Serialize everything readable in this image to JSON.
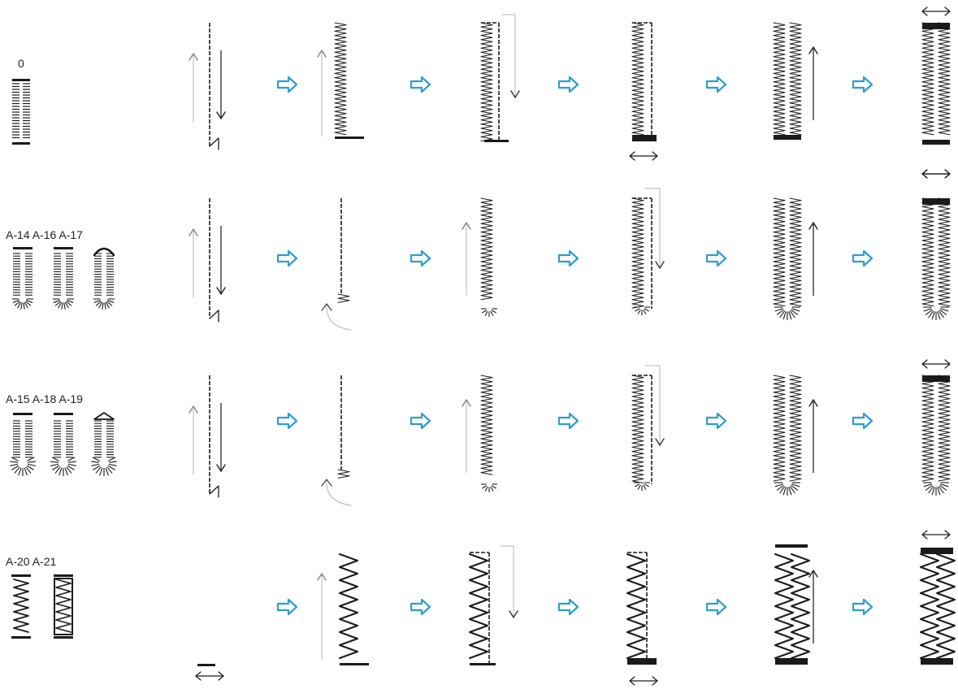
{
  "rows": [
    {
      "label": "0",
      "variant": "bartack",
      "first_step": true
    },
    {
      "label": "A-14 A-16 A-17",
      "variant": "round",
      "first_step": true
    },
    {
      "label": "A-15 A-18 A-19",
      "variant": "keyhole",
      "first_step": true
    },
    {
      "label": "A-20 A-21",
      "variant": "zigzag",
      "first_step": false
    }
  ],
  "colors": {
    "stitch": "#1a1a1a",
    "arrow_fill": "#ffffff",
    "arrow_stroke": "#2a9fd0",
    "guide": "#b5b5b5"
  }
}
